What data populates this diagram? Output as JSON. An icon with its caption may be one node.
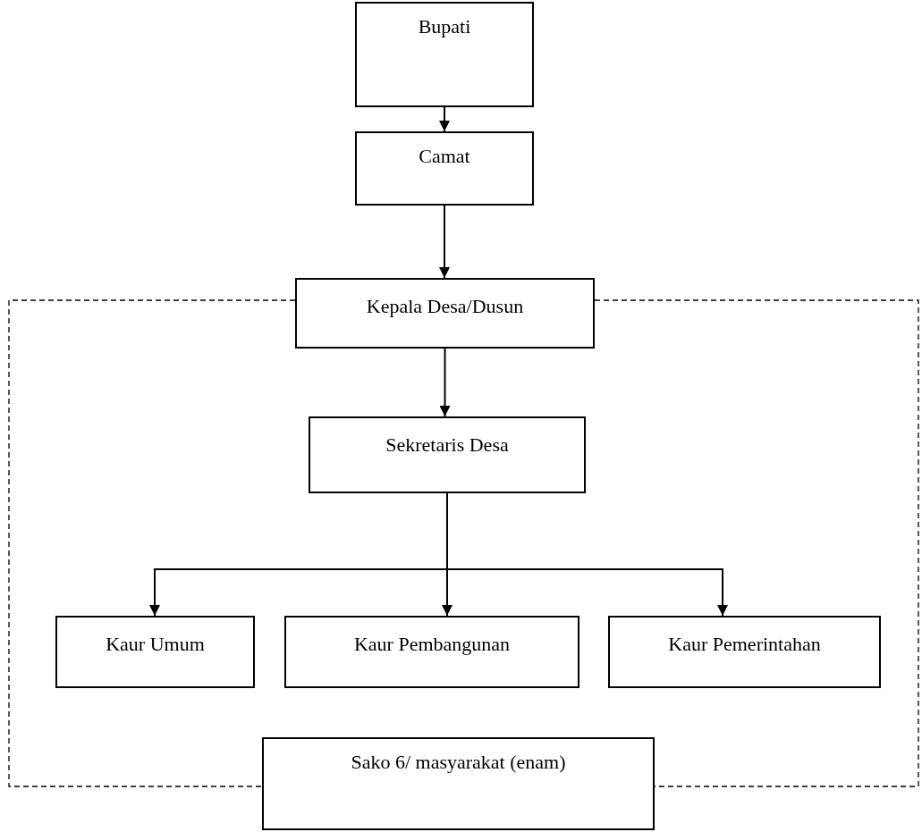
{
  "diagram": {
    "nodes": [
      {
        "text": [
          "Bupati"
        ]
      },
      {
        "text": [
          "Camat"
        ]
      },
      {
        "text": [
          "Kepala Desa/Dusun"
        ]
      },
      {
        "text": [
          "Sekretaris Desa"
        ]
      },
      {
        "text": [
          "Kaur Umum"
        ]
      },
      {
        "text": [
          "Kaur Pembangunan"
        ]
      },
      {
        "text": [
          "Kaur Pemerintahan"
        ]
      },
      {
        "text": [
          "Sako 6/ masyarakat (enam)"
        ]
      }
    ],
    "edges": [
      {
        "from": 0,
        "to": 1,
        "arrow": "to"
      },
      {
        "from": 1,
        "to": 2,
        "arrow": "to"
      },
      {
        "from": 2,
        "to": 3,
        "arrow": "to"
      },
      {
        "from": 3,
        "to": 4,
        "arrow": "to"
      },
      {
        "from": 3,
        "to": 5,
        "arrow": "to"
      },
      {
        "from": 3,
        "to": 6,
        "arrow": "to"
      },
      {
        "from": 2,
        "to": 7,
        "arrow": "none",
        "style": "dashed"
      },
      {
        "from": 2,
        "to": 7,
        "arrow": "none",
        "style": "dashed"
      }
    ]
  }
}
